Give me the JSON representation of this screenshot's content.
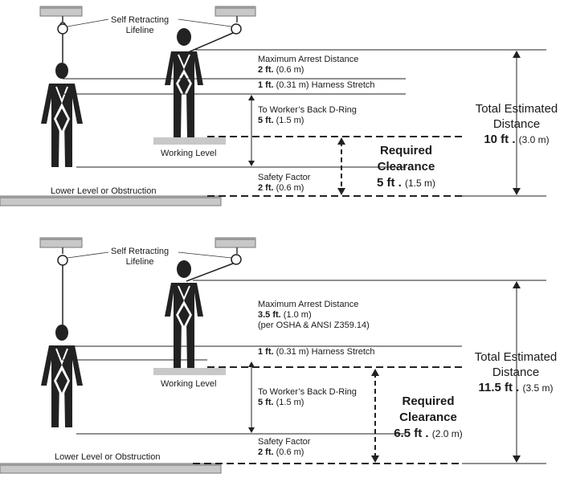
{
  "panels": [
    {
      "srl_label_line1": "Self Retracting",
      "srl_label_line2": "Lifeline",
      "max_arrest_title": "Maximum Arrest Distance",
      "max_arrest_ft": "2 ft.",
      "max_arrest_m": "(0.6 m)",
      "max_arrest_note": "",
      "harness_ft": "1 ft.",
      "harness_rest": "(0.31 m) Harness Stretch",
      "dring_title": "To Worker’s Back D-Ring",
      "dring_ft": "5 ft.",
      "dring_m": "(1.5 m)",
      "safety_title": "Safety Factor",
      "safety_ft": "2 ft.",
      "safety_m": "(0.6 m)",
      "working_level": "Working Level",
      "lower_level": "Lower Level or Obstruction",
      "total_line1": "Total Estimated",
      "total_line2": "Distance",
      "total_ft": "10 ft .",
      "total_m": "(3.0 m)",
      "req_line1": "Required",
      "req_line2": "Clearance",
      "req_ft": "5 ft .",
      "req_m": "(1.5 m)"
    },
    {
      "srl_label_line1": "Self Retracting",
      "srl_label_line2": "Lifeline",
      "max_arrest_title": "Maximum Arrest Distance",
      "max_arrest_ft": "3.5 ft.",
      "max_arrest_m": "(1.0 m)",
      "max_arrest_note": "(per OSHA & ANSI Z359.14)",
      "harness_ft": "1 ft.",
      "harness_rest": "(0.31 m) Harness Stretch",
      "dring_title": "To Worker’s Back D-Ring",
      "dring_ft": "5 ft.",
      "dring_m": "(1.5 m)",
      "safety_title": "Safety Factor",
      "safety_ft": "2 ft.",
      "safety_m": "(0.6 m)",
      "working_level": "Working Level",
      "lower_level": "Lower Level or Obstruction",
      "total_line1": "Total Estimated",
      "total_line2": "Distance",
      "total_ft": "11.5 ft .",
      "total_m": "(3.5 m)",
      "req_line1": "Required",
      "req_line2": "Clearance",
      "req_ft": "6.5 ft .",
      "req_m": "(2.0 m)"
    }
  ]
}
